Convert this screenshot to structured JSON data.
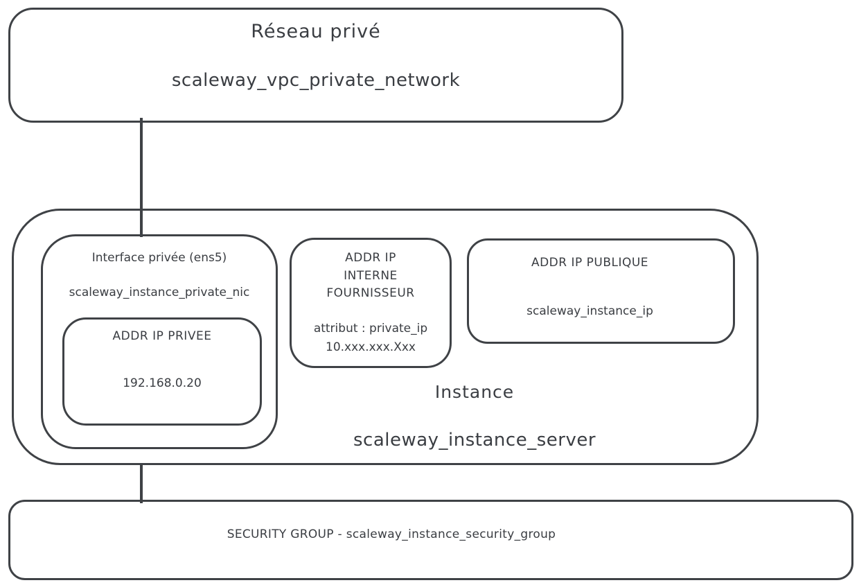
{
  "vpc": {
    "title": "Réseau privé",
    "resource": "scaleway_vpc_private_network"
  },
  "instance": {
    "title": "Instance",
    "resource": "scaleway_instance_server"
  },
  "private_nic": {
    "title": "Interface privée (ens5)",
    "resource": "scaleway_instance_private_nic"
  },
  "private_ip": {
    "title": "ADDR IP PRIVEE",
    "value": "192.168.0.20"
  },
  "internal_ip": {
    "title_line1": "ADDR IP",
    "title_line2": "INTERNE",
    "title_line3": "FOURNISSEUR",
    "attribute": "attribut : private_ip",
    "value": "10.xxx.xxx.Xxx"
  },
  "public_ip": {
    "title": "ADDR IP PUBLIQUE",
    "resource": "scaleway_instance_ip"
  },
  "security_group": {
    "label": "SECURITY GROUP - scaleway_instance_security_group"
  },
  "colors": {
    "stroke": "#3f4246",
    "text": "#3a3d42",
    "background": "#ffffff"
  }
}
